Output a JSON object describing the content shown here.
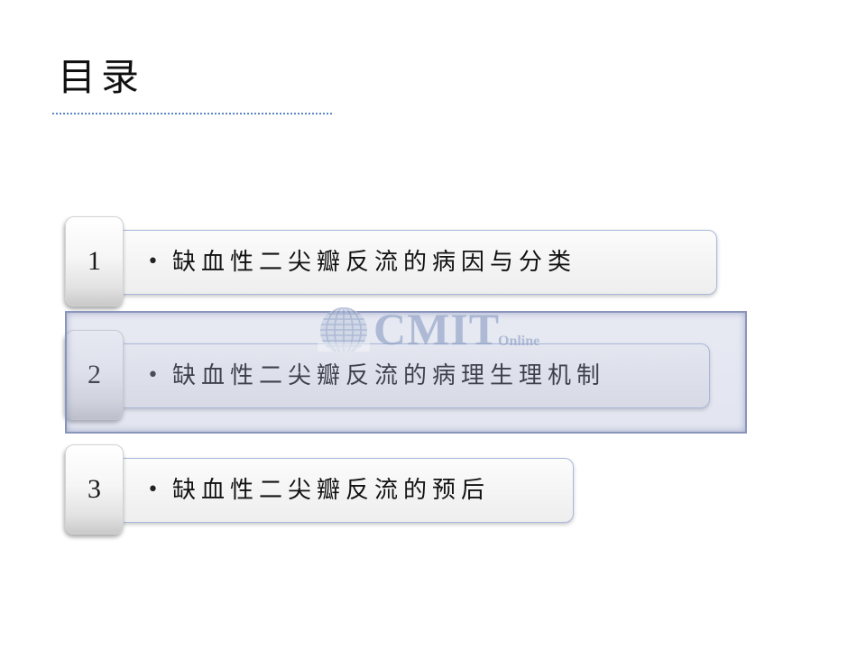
{
  "slide": {
    "title": "目录",
    "items": [
      {
        "number": "1",
        "bullet": "•",
        "text": "缺血性二尖瓣反流的病因与分类"
      },
      {
        "number": "2",
        "bullet": "•",
        "text": "缺血性二尖瓣反流的病理生理机制",
        "selected": true
      },
      {
        "number": "3",
        "bullet": "•",
        "text": "缺血性二尖瓣反流的预后"
      }
    ],
    "watermark": {
      "brand": "CMIT",
      "sub": "Online",
      "icon": "globe-icon"
    }
  },
  "colors": {
    "title_underline": "#5b86c5",
    "row_border": "#a9b9db",
    "highlight_border": "#8a95bb",
    "watermark": "#8a9cc2"
  }
}
